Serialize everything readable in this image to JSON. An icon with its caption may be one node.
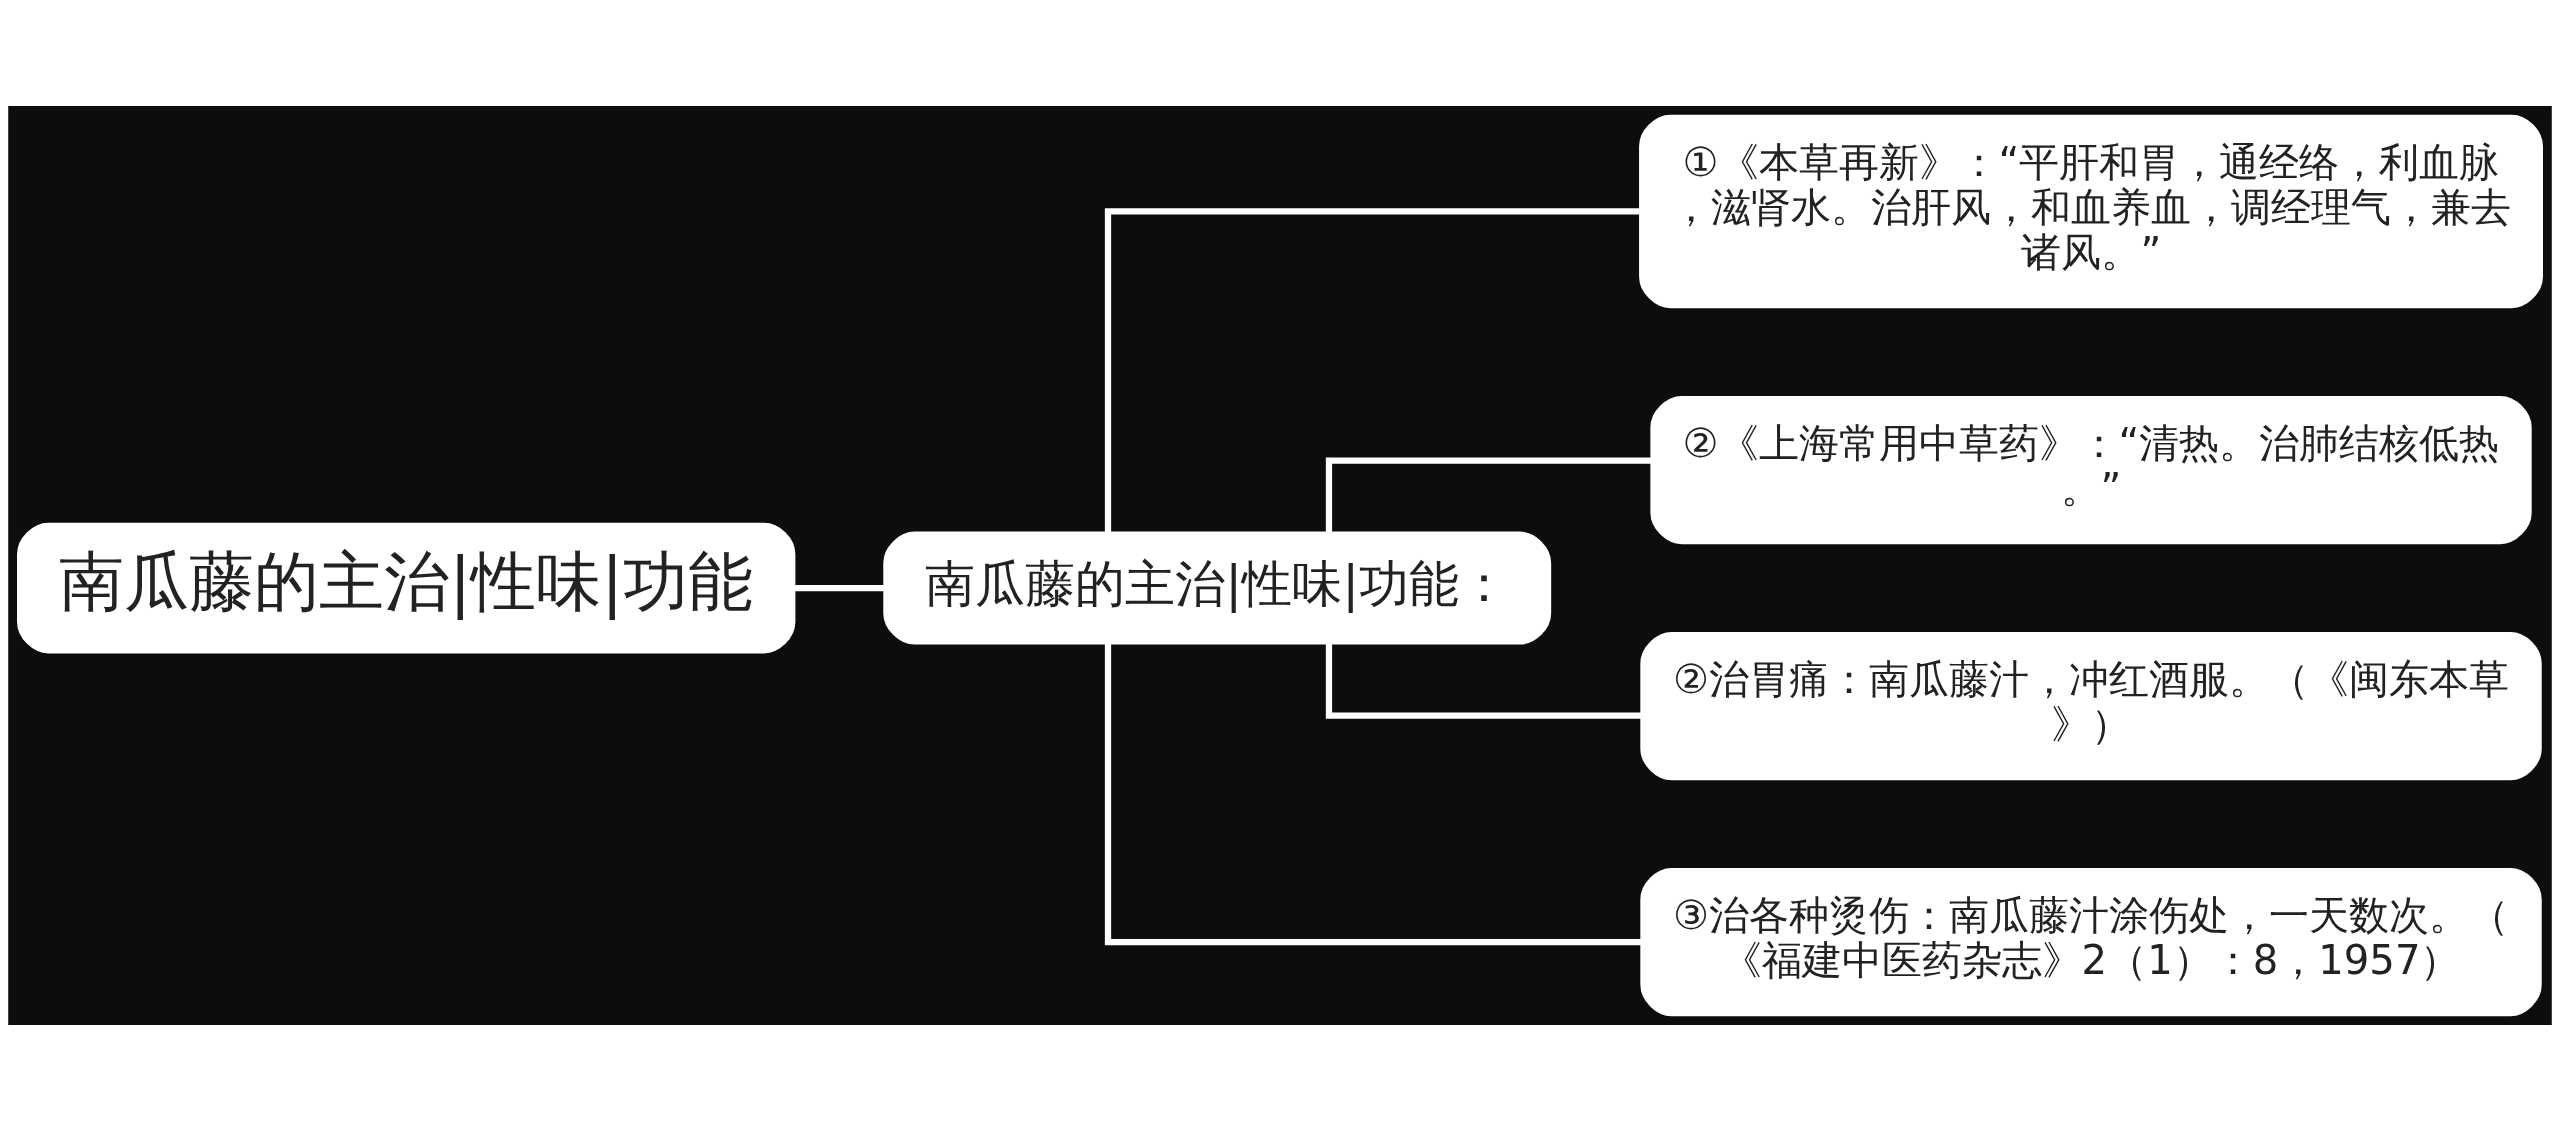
{
  "diagram": {
    "nodes": [
      {
        "text": [
          "南瓜藤的主治|性味|功能"
        ]
      },
      {
        "text": [
          "南瓜藤的主治|性味|功能："
        ]
      },
      {
        "text": [
          "①《本草再新》：“平肝和胃，通经络，利血脉，滋肾水。治肝风，和血养血，调经理气，兼去诸风。”"
        ]
      },
      {
        "text": [
          "②《上海常用中草药》：“清热。治肺结核低热。”"
        ]
      },
      {
        "text": [
          "②治胃痛：南瓜藤汁，冲红酒服。（《闽东本草》）"
        ]
      },
      {
        "text": [
          "③治各种烫伤：南瓜藤汁涂伤处，一天数次。（《福建中医药杂志》2（1）：8，1957）"
        ]
      }
    ],
    "edges": [
      {
        "from": 0,
        "to": 1,
        "arrow": "none"
      },
      {
        "from": 1,
        "to": 2,
        "arrow": "none"
      },
      {
        "from": 1,
        "to": 3,
        "arrow": "none"
      },
      {
        "from": 1,
        "to": 4,
        "arrow": "none"
      },
      {
        "from": 1,
        "to": 5,
        "arrow": "none"
      }
    ]
  }
}
